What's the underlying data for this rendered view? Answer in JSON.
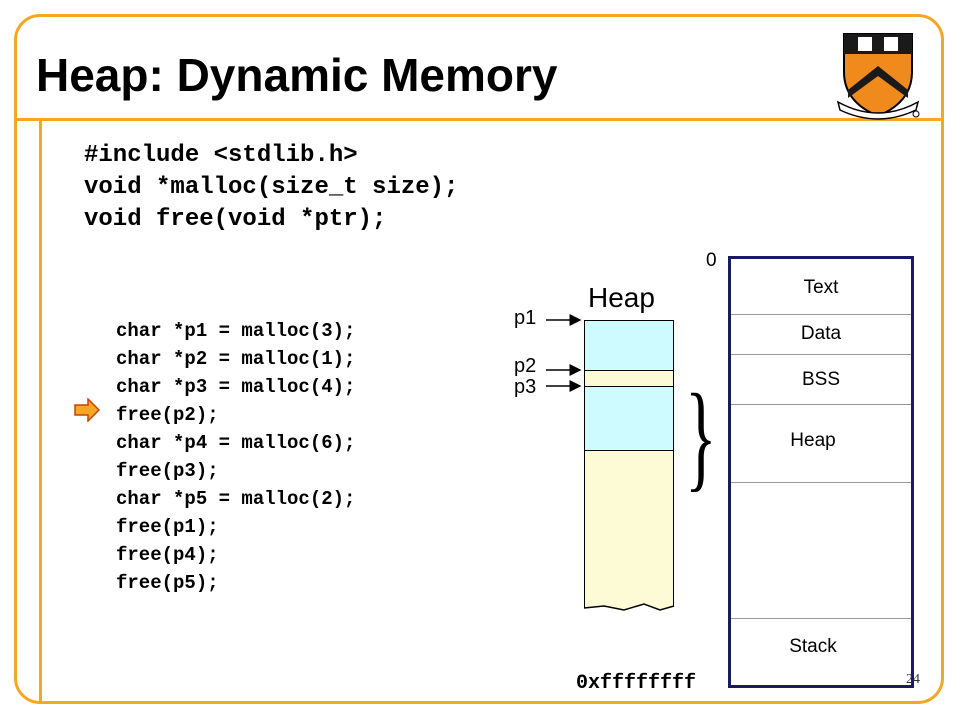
{
  "slide": {
    "title": "Heap: Dynamic Memory",
    "page_number": "24",
    "colors": {
      "frame": "#f5a623",
      "heap_allocated": "#cdfbff",
      "heap_free": "#fdfbd6",
      "memory_border": "#1a1a60",
      "pointer_arrow": "#f5a623"
    }
  },
  "header_code": {
    "lines": [
      "#include <stdlib.h>",
      "void *malloc(size_t size);",
      "void free(void *ptr);"
    ]
  },
  "program": {
    "lines": [
      "char *p1 = malloc(3);",
      "char *p2 = malloc(1);",
      "char *p3 = malloc(4);",
      "free(p2);",
      "char *p4 = malloc(6);",
      "free(p3);",
      "char *p5 = malloc(2);",
      "free(p1);",
      "free(p4);",
      "free(p5);"
    ],
    "current_line_indicator": "arrow-icon"
  },
  "heap_diagram": {
    "title": "Heap",
    "pointers": [
      "p1",
      "p2",
      "p3"
    ]
  },
  "memory_layout": {
    "top_address": "0",
    "bottom_address": "0xffffffff",
    "segments": [
      "Text",
      "Data",
      "BSS",
      "Heap",
      "Stack"
    ]
  }
}
